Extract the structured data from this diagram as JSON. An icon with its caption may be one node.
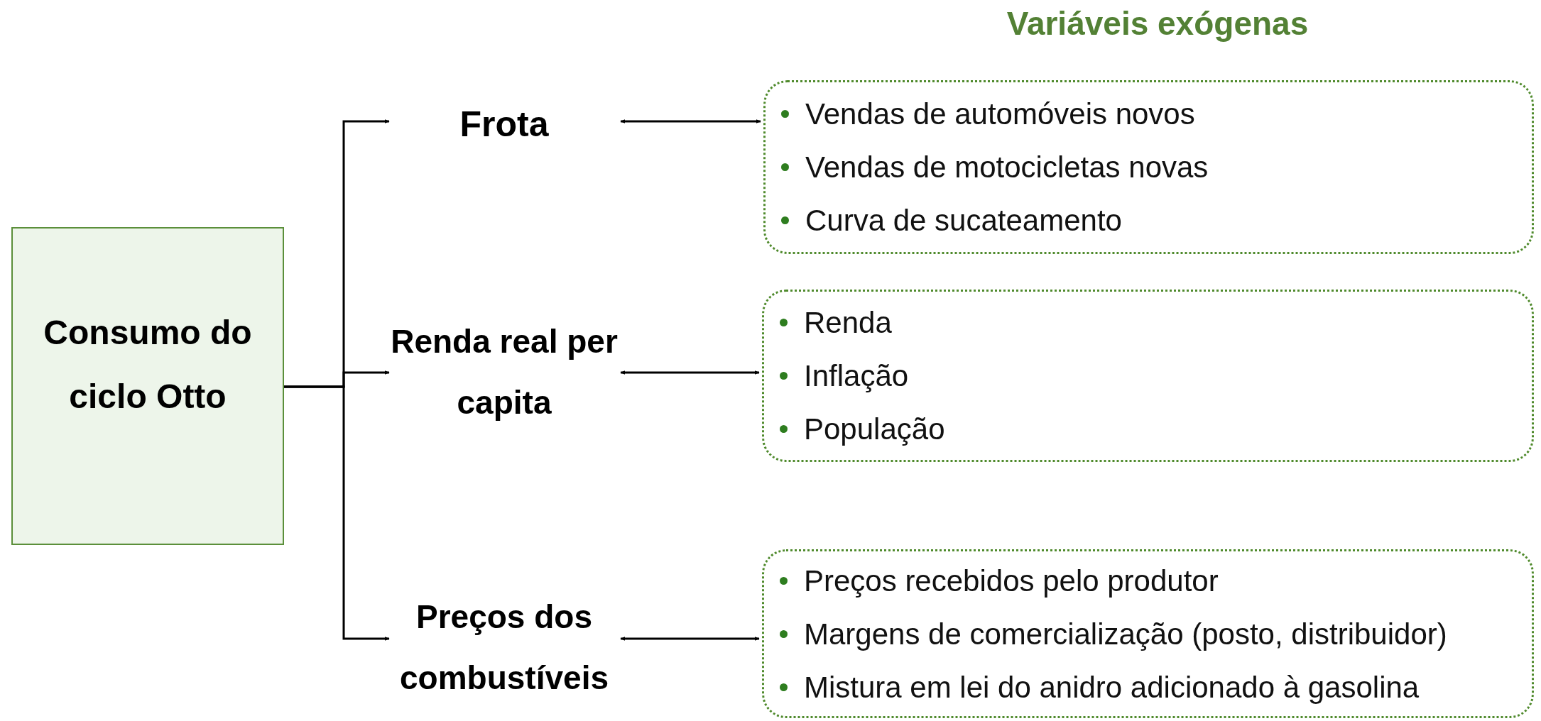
{
  "diagram": {
    "title": "Variáveis exógenas",
    "nodes": [
      {
        "text": [
          "Consumo do ciclo Otto"
        ]
      },
      {
        "text": [
          "Frota"
        ]
      },
      {
        "text": [
          "Renda real per capita"
        ]
      },
      {
        "text": [
          "Preços dos combustíveis"
        ]
      },
      {
        "text": [
          "Vendas de automóveis novos",
          "Vendas de motocicletas novas",
          "Curva de sucateamento"
        ]
      },
      {
        "text": [
          "Renda",
          "Inflação",
          "População"
        ]
      },
      {
        "text": [
          "Preços recebidos pelo produtor",
          "Margens de comercialização (posto, distribuidor)",
          "Mistura em lei do anidro adicionado à gasolina"
        ]
      }
    ],
    "edges": [
      {
        "from": 0,
        "to": 1,
        "arrow": "to"
      },
      {
        "from": 0,
        "to": 2,
        "arrow": "to"
      },
      {
        "from": 0,
        "to": 3,
        "arrow": "to"
      },
      {
        "from": 1,
        "to": 4,
        "arrow": "both"
      },
      {
        "from": 2,
        "to": 5,
        "arrow": "both"
      },
      {
        "from": 3,
        "to": 6,
        "arrow": "both"
      }
    ]
  }
}
